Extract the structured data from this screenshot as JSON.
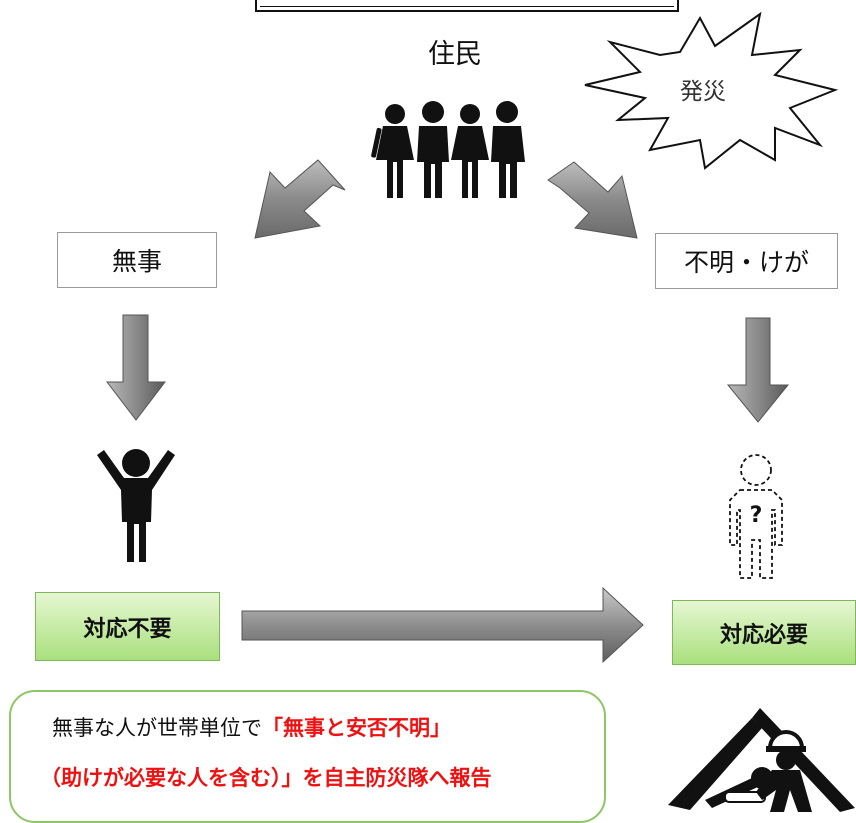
{
  "residents_label": "住民",
  "disaster_label": "発災",
  "safe_label": "無事",
  "unknown_label": "不明・けが",
  "no_action_label": "対応不要",
  "action_needed_label": "対応必要",
  "report": {
    "line1_plain": "無事な人が世帯単位で",
    "line1_highlight": "「無事と安否不明」",
    "line2": "（助けが必要な人を含む）」を自主防災隊へ報告"
  },
  "colors": {
    "highlight_red": "#ee1111",
    "green_button": "#a9e07d",
    "green_border": "#8cc665",
    "arrow_gray": "#8a8a8a"
  }
}
